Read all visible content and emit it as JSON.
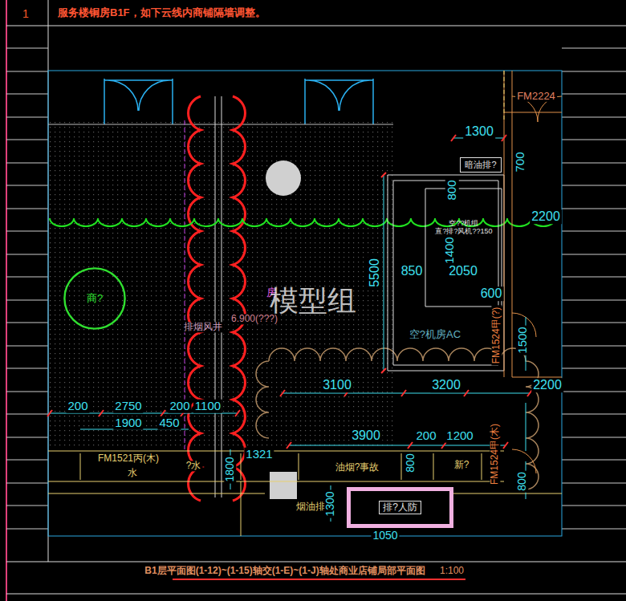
{
  "diagram": {
    "title": "服务楼铜房B1F，如下云线内商铺隔墙调整。",
    "caption": "B1层平面图(1-12)~(1-15)轴交(1-E)~(1-J)轴处商业店铺局部平面图",
    "nodes": [
      {
        "text": [
          "商?"
        ]
      },
      {
        "text": [
          "暗油排?"
        ]
      },
      {
        "text": [
          "空??机组",
          "直?排?风机??150"
        ]
      },
      {
        "text": [
          "排?人防"
        ]
      }
    ],
    "labels": [
      "1",
      "FM2224",
      "1300",
      "700",
      "800",
      "2200",
      "5500",
      "1400",
      "850",
      "2050",
      "600",
      "FM1524甲(?)",
      "1500",
      "空?机房AC",
      "2200",
      "3100",
      "3200",
      "200",
      "2750",
      "200",
      "1100",
      "1900",
      "450",
      "3900",
      "200",
      "1200",
      "FM1524甲(木)",
      "1321",
      "1800",
      "800",
      "FM1521丙(木)",
      "水",
      "?水",
      "油烟?事故",
      "新?",
      "800",
      "烟油排?",
      "1300",
      "1050",
      "排烟风井",
      "6.900(???)",
      "房",
      "模型组",
      "1:100"
    ]
  }
}
